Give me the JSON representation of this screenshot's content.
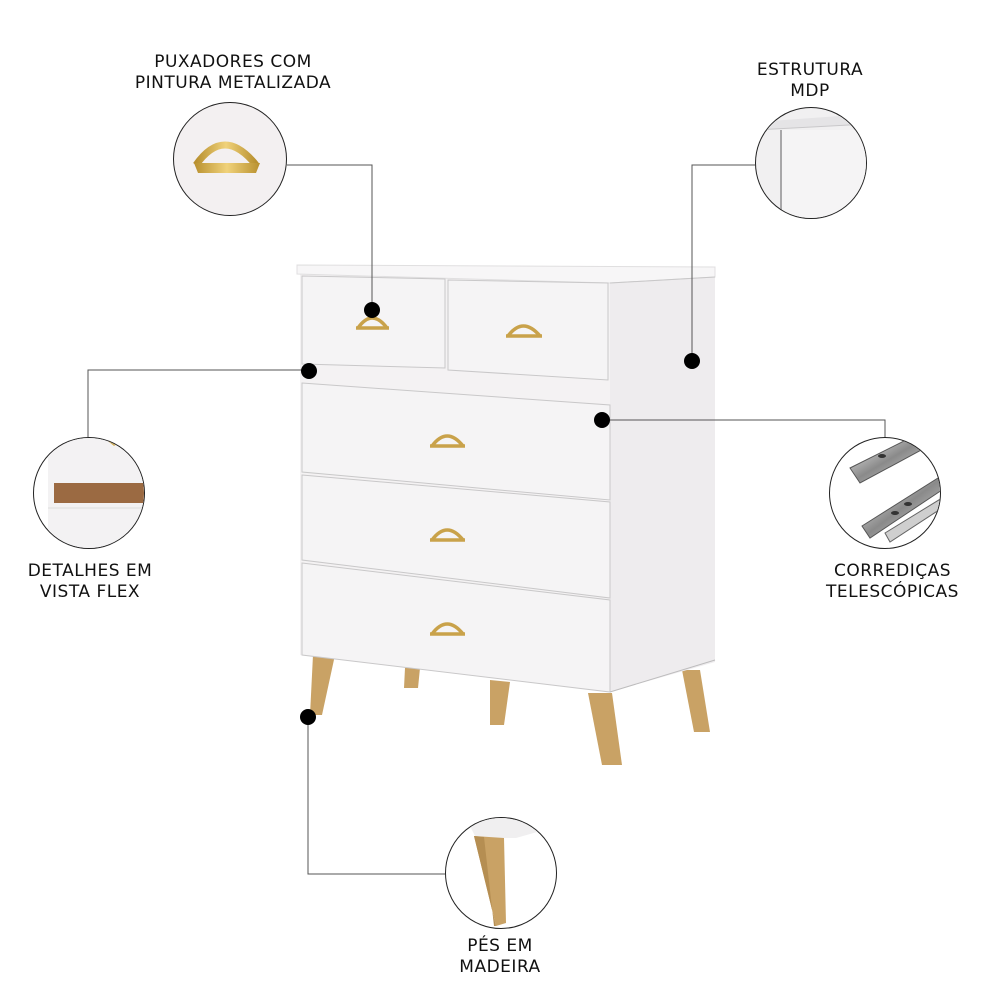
{
  "product": {
    "name": "white-dresser-5-drawers",
    "colors": {
      "body": "#f3f1f2",
      "body_shade": "#e6e3e5",
      "handle_gold": "#c9a24a",
      "leg_wood": "#c9a265",
      "flex_detail": "#9b6a42",
      "callout_line": "#555555",
      "callout_dot": "#000000"
    }
  },
  "callouts": [
    {
      "id": "handles",
      "line1": "PUXADORES COM",
      "line2": "PINTURA METALIZADA",
      "icon": "gold-half-moon-handle"
    },
    {
      "id": "structure",
      "line1": "ESTRUTURA",
      "line2": "MDP",
      "icon": "mdp-panel-corner"
    },
    {
      "id": "flex",
      "line1": "DETALHES EM",
      "line2": "VISTA FLEX",
      "icon": "flex-edge-detail"
    },
    {
      "id": "slides",
      "line1": "CORREDIÇAS",
      "line2": "TELESCÓPICAS",
      "icon": "telescopic-slides"
    },
    {
      "id": "feet",
      "line1": "PÉS EM",
      "line2": "MADEIRA",
      "icon": "wooden-leg"
    }
  ]
}
